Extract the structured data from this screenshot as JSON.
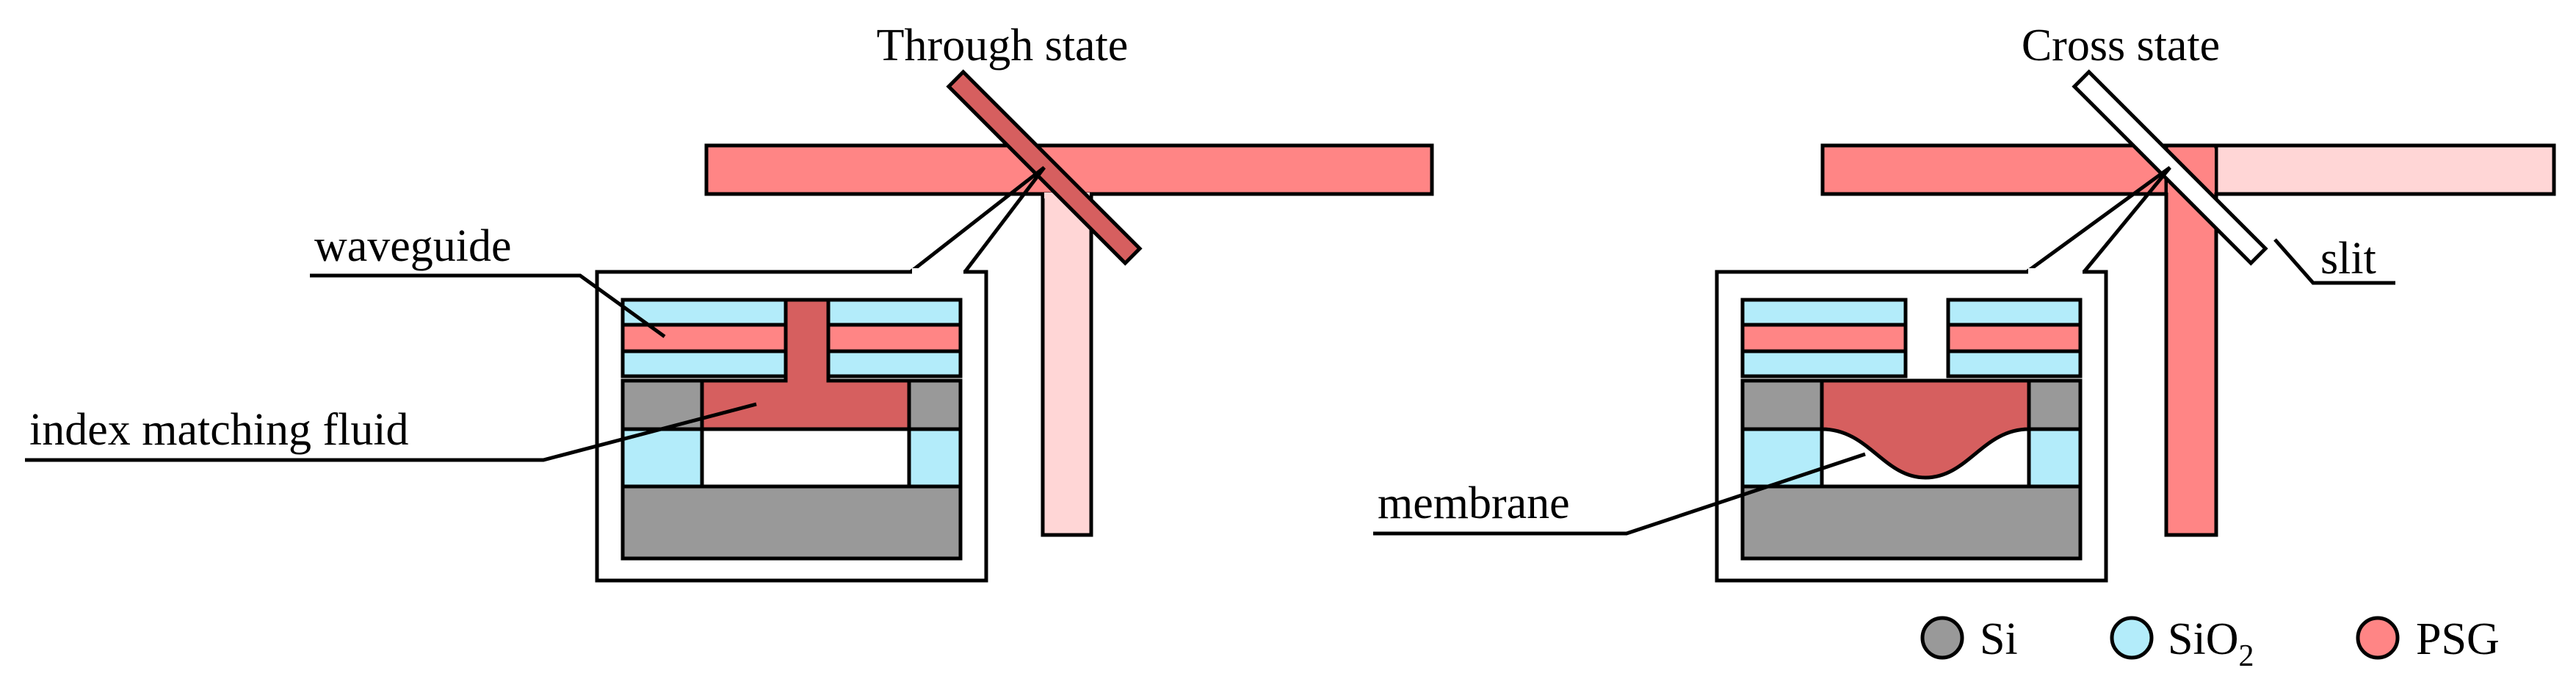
{
  "panels": {
    "through": {
      "title": "Through state"
    },
    "cross": {
      "title": "Cross state"
    }
  },
  "labels": {
    "waveguide": "waveguide",
    "index_matching_fluid": "index matching fluid",
    "membrane": "membrane",
    "slit": "slit"
  },
  "legend": {
    "items": [
      {
        "label": "Si",
        "subscript": "",
        "color": "#999999"
      },
      {
        "label": "SiO",
        "subscript": "2",
        "color": "#b3ecfa"
      },
      {
        "label": "PSG",
        "subscript": "",
        "color": "#ff8585"
      }
    ]
  },
  "colors": {
    "psg": "#ff8585",
    "psg_light": "#ffd6d6",
    "fluid": "#d65f5f",
    "si": "#999999",
    "sio2": "#b3ecfa",
    "outline": "#000000"
  }
}
